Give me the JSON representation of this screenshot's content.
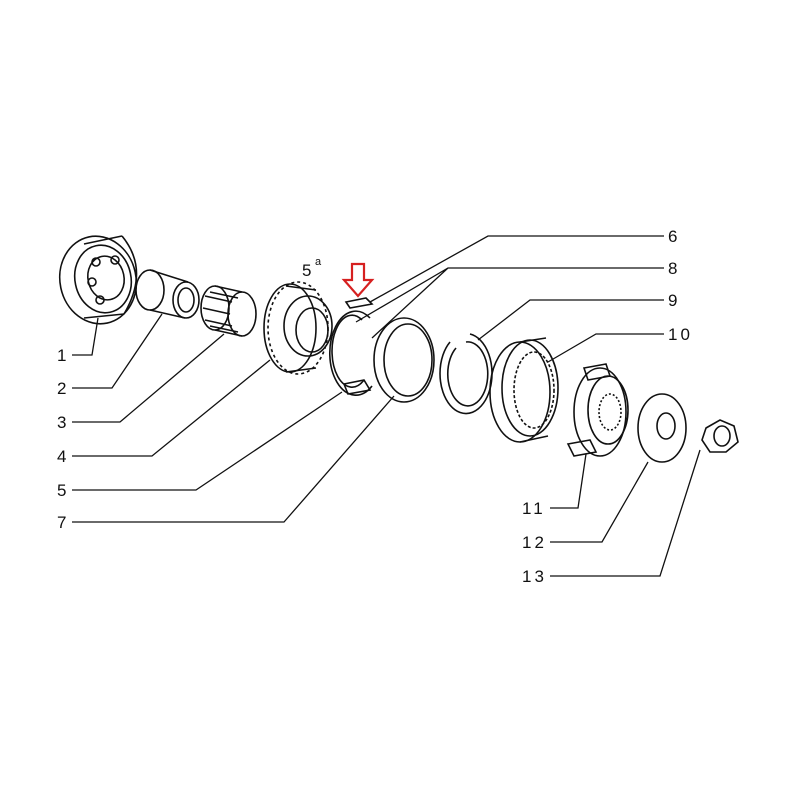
{
  "callouts": [
    {
      "id": "1",
      "text": "1"
    },
    {
      "id": "2",
      "text": "2"
    },
    {
      "id": "3",
      "text": "3"
    },
    {
      "id": "4",
      "text": "4"
    },
    {
      "id": "5",
      "text": "5"
    },
    {
      "id": "5a",
      "text": "5",
      "sup": "a"
    },
    {
      "id": "6",
      "text": "6"
    },
    {
      "id": "7",
      "text": "7"
    },
    {
      "id": "8",
      "text": "8"
    },
    {
      "id": "9",
      "text": "9"
    },
    {
      "id": "10",
      "text": "10"
    },
    {
      "id": "11",
      "text": "11"
    },
    {
      "id": "12",
      "text": "12"
    },
    {
      "id": "13",
      "text": "13"
    }
  ],
  "highlight": {
    "target": "6",
    "color": "#d62020"
  },
  "colors": {
    "line": "#111111",
    "background": "#ffffff"
  }
}
